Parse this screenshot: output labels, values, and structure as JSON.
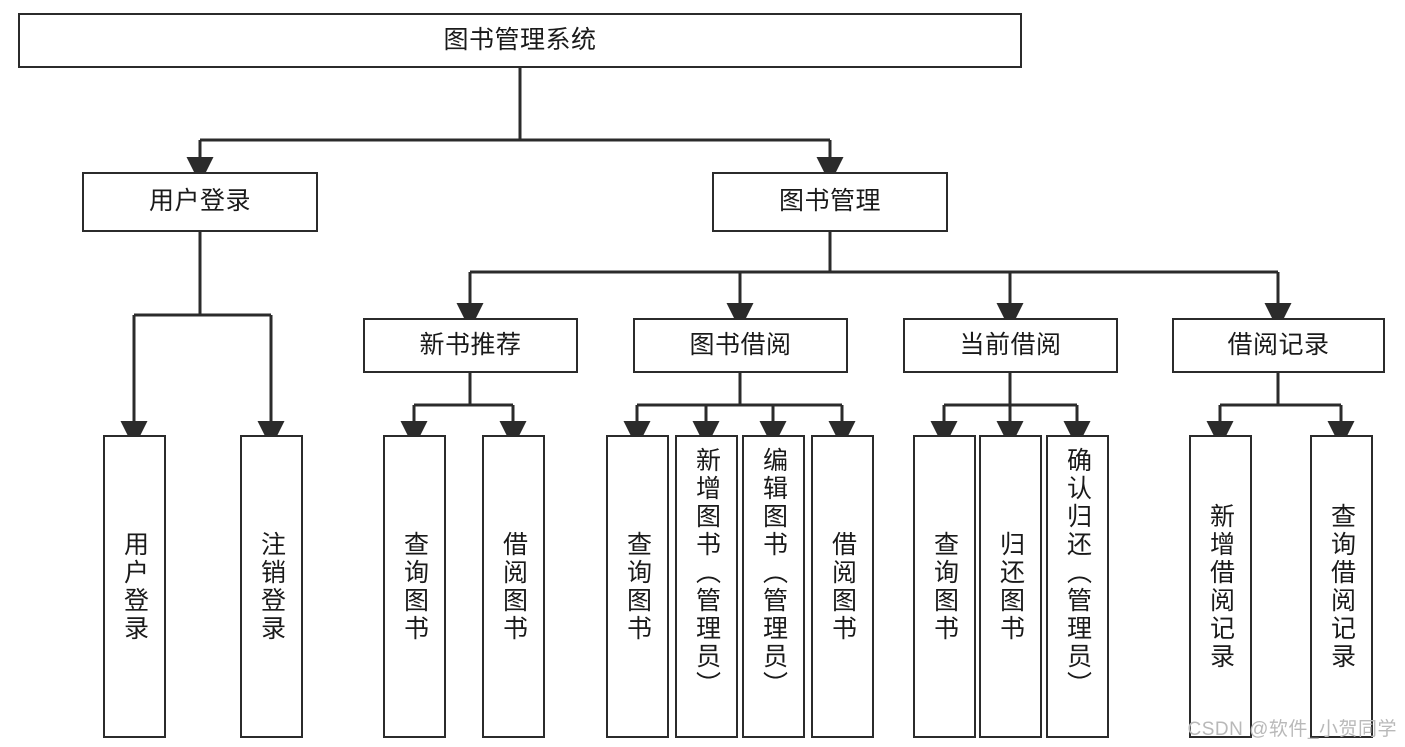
{
  "diagram": {
    "title": "图书管理系统",
    "watermark": "CSDN @软件_小贺同学",
    "stroke_color": "#2b2b2b",
    "fill_color": "#ffffff",
    "text_color": "#1a1a1a",
    "watermark_color": "#b9b9b9",
    "levels": {
      "level1": [
        {
          "id": "root",
          "label": "图书管理系统"
        }
      ],
      "level2": [
        {
          "id": "user-login",
          "label": "用户登录",
          "parent": "root"
        },
        {
          "id": "book-manage",
          "label": "图书管理",
          "parent": "root"
        }
      ],
      "level3": [
        {
          "id": "new-book-rec",
          "label": "新书推荐",
          "parent": "book-manage"
        },
        {
          "id": "book-borrow",
          "label": "图书借阅",
          "parent": "book-manage"
        },
        {
          "id": "current-borrow",
          "label": "当前借阅",
          "parent": "book-manage"
        },
        {
          "id": "borrow-record",
          "label": "借阅记录",
          "parent": "book-manage"
        }
      ],
      "leaves": [
        {
          "id": "leaf-user-login",
          "label": "用户登录",
          "parent": "user-login"
        },
        {
          "id": "leaf-logout",
          "label": "注销登录",
          "parent": "user-login"
        },
        {
          "id": "leaf-query-book-1",
          "label": "查询图书",
          "parent": "new-book-rec"
        },
        {
          "id": "leaf-borrow-book-1",
          "label": "借阅图书",
          "parent": "new-book-rec"
        },
        {
          "id": "leaf-query-book-2",
          "label": "查询图书",
          "parent": "book-borrow"
        },
        {
          "id": "leaf-add-book",
          "label": "新增图书（管理员）",
          "parent": "book-borrow"
        },
        {
          "id": "leaf-edit-book",
          "label": "编辑图书（管理员）",
          "parent": "book-borrow"
        },
        {
          "id": "leaf-borrow-book-2",
          "label": "借阅图书",
          "parent": "book-borrow"
        },
        {
          "id": "leaf-query-book-3",
          "label": "查询图书",
          "parent": "current-borrow"
        },
        {
          "id": "leaf-return-book",
          "label": "归还图书",
          "parent": "current-borrow"
        },
        {
          "id": "leaf-confirm-return",
          "label": "确认归还（管理员）",
          "parent": "current-borrow"
        },
        {
          "id": "leaf-add-record",
          "label": "新增借阅记录",
          "parent": "borrow-record"
        },
        {
          "id": "leaf-query-record",
          "label": "查询借阅记录",
          "parent": "borrow-record"
        }
      ]
    }
  }
}
